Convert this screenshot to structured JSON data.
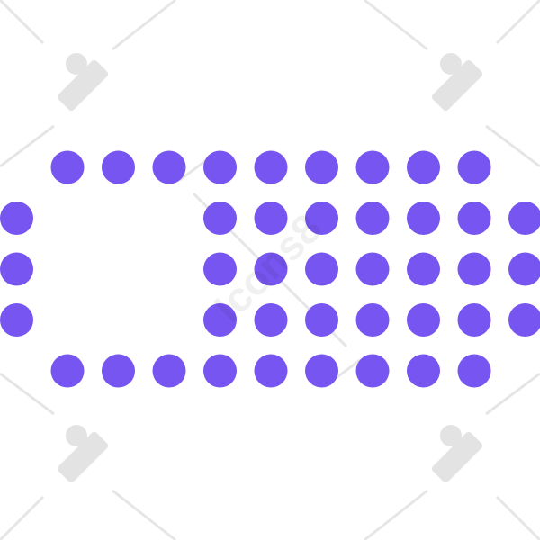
{
  "icon": "battery-dots-icon",
  "dot_color": "#7755f0",
  "battery": {
    "charge_fraction": 0.67,
    "outline_top_dots": 9,
    "outline_side_dots": 3,
    "filled_columns": 6,
    "filled_rows": 3
  },
  "watermark": {
    "text": "Icons8",
    "logo": "icons8-logo"
  }
}
